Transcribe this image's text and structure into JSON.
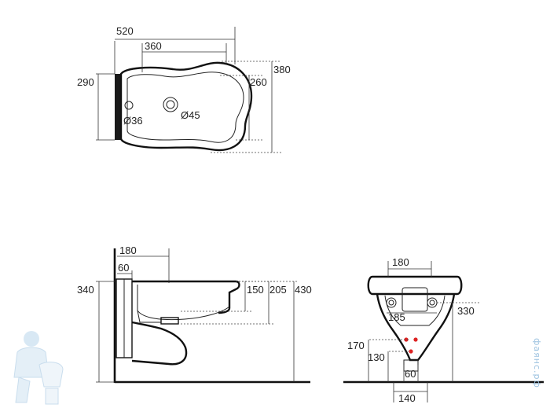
{
  "top_view": {
    "dim_width": "520",
    "dim_inner": "360",
    "dim_height_left": "290",
    "dim_height_inner": "260",
    "dim_height_total": "380",
    "tap_hole": "Ø36",
    "drain_hole": "Ø45"
  },
  "side_view": {
    "dim_depth": "180",
    "dim_offset": "60",
    "dim_height_left": "340",
    "dim_bowl": "150",
    "dim_drain": "205",
    "dim_total": "430"
  },
  "front_view": {
    "dim_top": "180",
    "dim_mount": "185",
    "dim_height": "330",
    "dim_170": "170",
    "dim_130": "130",
    "dim_60": "60",
    "dim_140": "140"
  },
  "watermark": {
    "site": "фаянс.рф"
  },
  "colors": {
    "line": "#222222",
    "watermark": "#9ec3e0"
  }
}
